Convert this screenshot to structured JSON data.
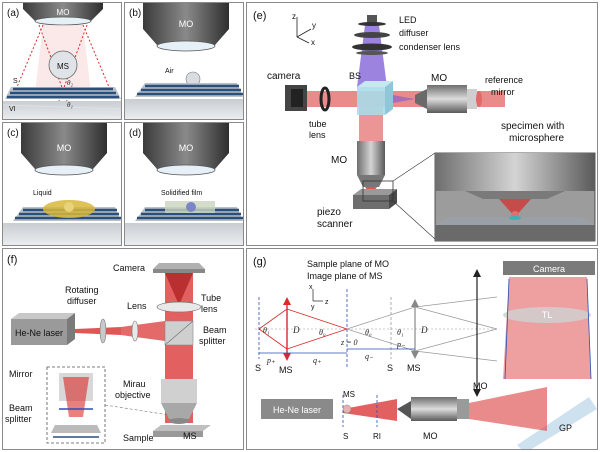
{
  "panel_a": {
    "tag": "(a)",
    "mo": "MO",
    "ms": "MS",
    "s": "S",
    "vi": "VI",
    "theta2": "θ₂",
    "theta1": "θ₁"
  },
  "panel_b": {
    "tag": "(b)",
    "mo": "MO",
    "air": "Air"
  },
  "panel_c": {
    "tag": "(c)",
    "mo": "MO",
    "liquid": "Liquid"
  },
  "panel_d": {
    "tag": "(d)",
    "mo": "MO",
    "film": "Solidified film"
  },
  "panel_e": {
    "tag": "(e)",
    "axis_z": "z",
    "axis_y": "y",
    "axis_x": "x",
    "led": "LED",
    "diffuser": "diffuser",
    "condenser": "condenser lens",
    "camera": "camera",
    "bs": "BS",
    "mo_right": "MO",
    "reference": "reference",
    "mirror": "mirror",
    "tube": "tube",
    "lens": "lens",
    "specimen": "specimen with",
    "microsphere": "microsphere",
    "mo_bottom": "MO",
    "piezo": "piezo",
    "scanner": "scanner"
  },
  "panel_f": {
    "tag": "(f)",
    "camera": "Camera",
    "tube": "Tube",
    "lens_t": "lens",
    "rotating": "Rotating",
    "diffuser": "diffuser",
    "lens": "Lens",
    "laser": "He-Ne laser",
    "beam": "Beam",
    "splitter": "splitter",
    "mirror": "Mirror",
    "beam2": "Beam",
    "splitter2": "splitter",
    "mirau": "Mirau",
    "objective": "objective",
    "sample": "Sample",
    "ms": "MS"
  },
  "panel_g": {
    "tag": "(g)",
    "sp_mo": "Sample plane of MO",
    "ip_ms": "Image plane of MS",
    "camera": "Camera",
    "tl": "TL",
    "theta1": "θ₁",
    "theta0": "θ₀",
    "theta0r": "θ₀",
    "theta1r": "θ₁",
    "d_left": "D",
    "d_right": "D",
    "z0": "z = 0",
    "p_plus": "p₊",
    "q_plus": "q₊",
    "q_minus": "q₋",
    "p_minus": "p₋",
    "s_left": "S",
    "ms_left": "MS",
    "s_right": "S",
    "ms_right": "MS",
    "mo": "MO",
    "laser": "He-Ne laser",
    "ms_bot": "MS",
    "s_bot": "S",
    "ri": "RI",
    "mo_bot": "MO",
    "gp": "GP",
    "axis_x": "x",
    "axis_y": "y",
    "axis_z": "z"
  },
  "colors": {
    "red": "#d92b2b",
    "blue": "#2a4fb8",
    "purple": "#7b5ad6",
    "grey_obj": "#5a5a5a"
  }
}
